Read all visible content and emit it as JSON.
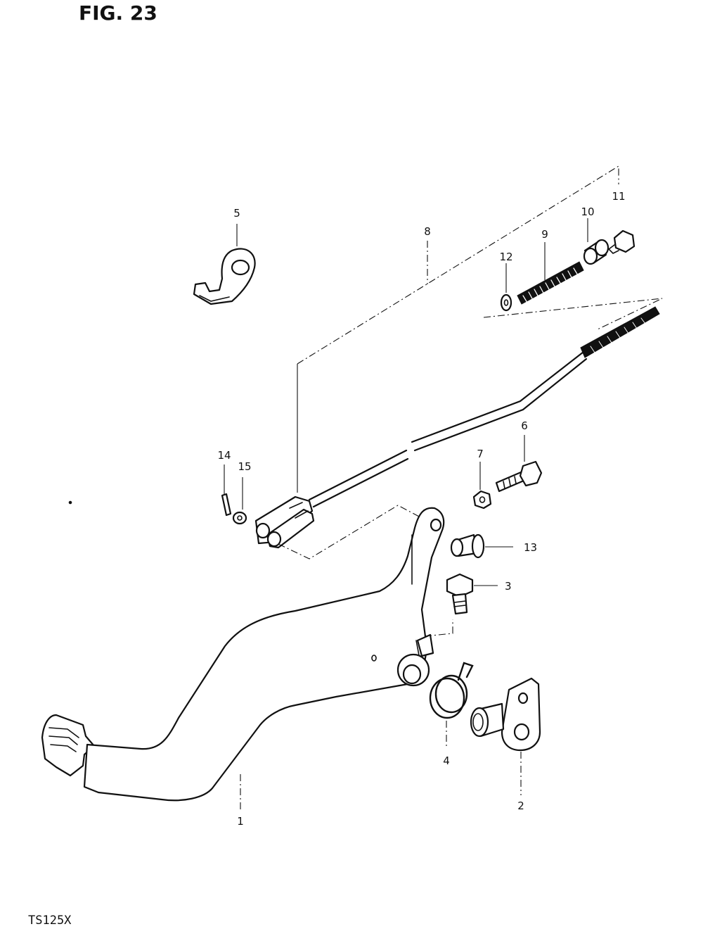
{
  "figure": {
    "title": "FIG. 23",
    "model_code": "TS125X"
  },
  "callouts": [
    {
      "id": "1",
      "label": "1"
    },
    {
      "id": "2",
      "label": "2"
    },
    {
      "id": "3",
      "label": "3"
    },
    {
      "id": "4",
      "label": "4"
    },
    {
      "id": "5",
      "label": "5"
    },
    {
      "id": "6",
      "label": "6"
    },
    {
      "id": "7",
      "label": "7"
    },
    {
      "id": "8",
      "label": "8"
    },
    {
      "id": "9",
      "label": "9"
    },
    {
      "id": "10",
      "label": "10"
    },
    {
      "id": "11",
      "label": "11"
    },
    {
      "id": "12",
      "label": "12"
    },
    {
      "id": "13",
      "label": "13"
    },
    {
      "id": "14",
      "label": "14"
    },
    {
      "id": "15",
      "label": "15"
    }
  ]
}
